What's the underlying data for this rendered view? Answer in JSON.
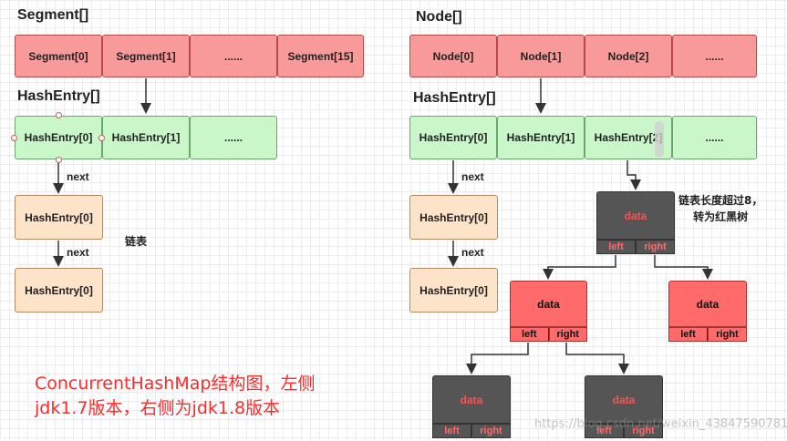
{
  "left": {
    "segment_title": "Segment[]",
    "segments": [
      "Segment[0]",
      "Segment[1]",
      "......",
      "Segment[15]"
    ],
    "hashentry_title": "HashEntry[]",
    "entries": [
      "HashEntry[0]",
      "HashEntry[1]",
      "......"
    ],
    "next_label_1": "next",
    "chain_1": "HashEntry[0]",
    "next_label_2": "next",
    "chain_2": "HashEntry[0]",
    "link_label": "链表"
  },
  "right": {
    "node_title": "Node[]",
    "nodes": [
      "Node[0]",
      "Node[1]",
      "Node[2]",
      "......"
    ],
    "hashentry_title": "HashEntry[]",
    "entries": [
      "HashEntry[0]",
      "HashEntry[1]",
      "HashEntry[2]",
      "......"
    ],
    "next_label_1": "next",
    "chain_1": "HashEntry[0]",
    "next_label_2": "next",
    "chain_2": "HashEntry[0]",
    "note_line1": "链表长度超过8，",
    "note_line2": "转为红黑树",
    "tree": {
      "root": {
        "data": "data",
        "left": "left",
        "right": "right"
      },
      "l1": {
        "data": "data",
        "left": "left",
        "right": "right"
      },
      "r1": {
        "data": "data",
        "left": "left",
        "right": "right"
      },
      "ll2": {
        "data": "data",
        "left": "left",
        "right": "right"
      },
      "lr2": {
        "data": "data",
        "left": "left",
        "right": "right"
      }
    }
  },
  "caption_line1": "ConcurrentHashMap结构图，左侧",
  "caption_line2": "jdk1.7版本，右侧为jdk1.8版本",
  "watermark": "https://blog.csdn.net/weixin_43847590781"
}
